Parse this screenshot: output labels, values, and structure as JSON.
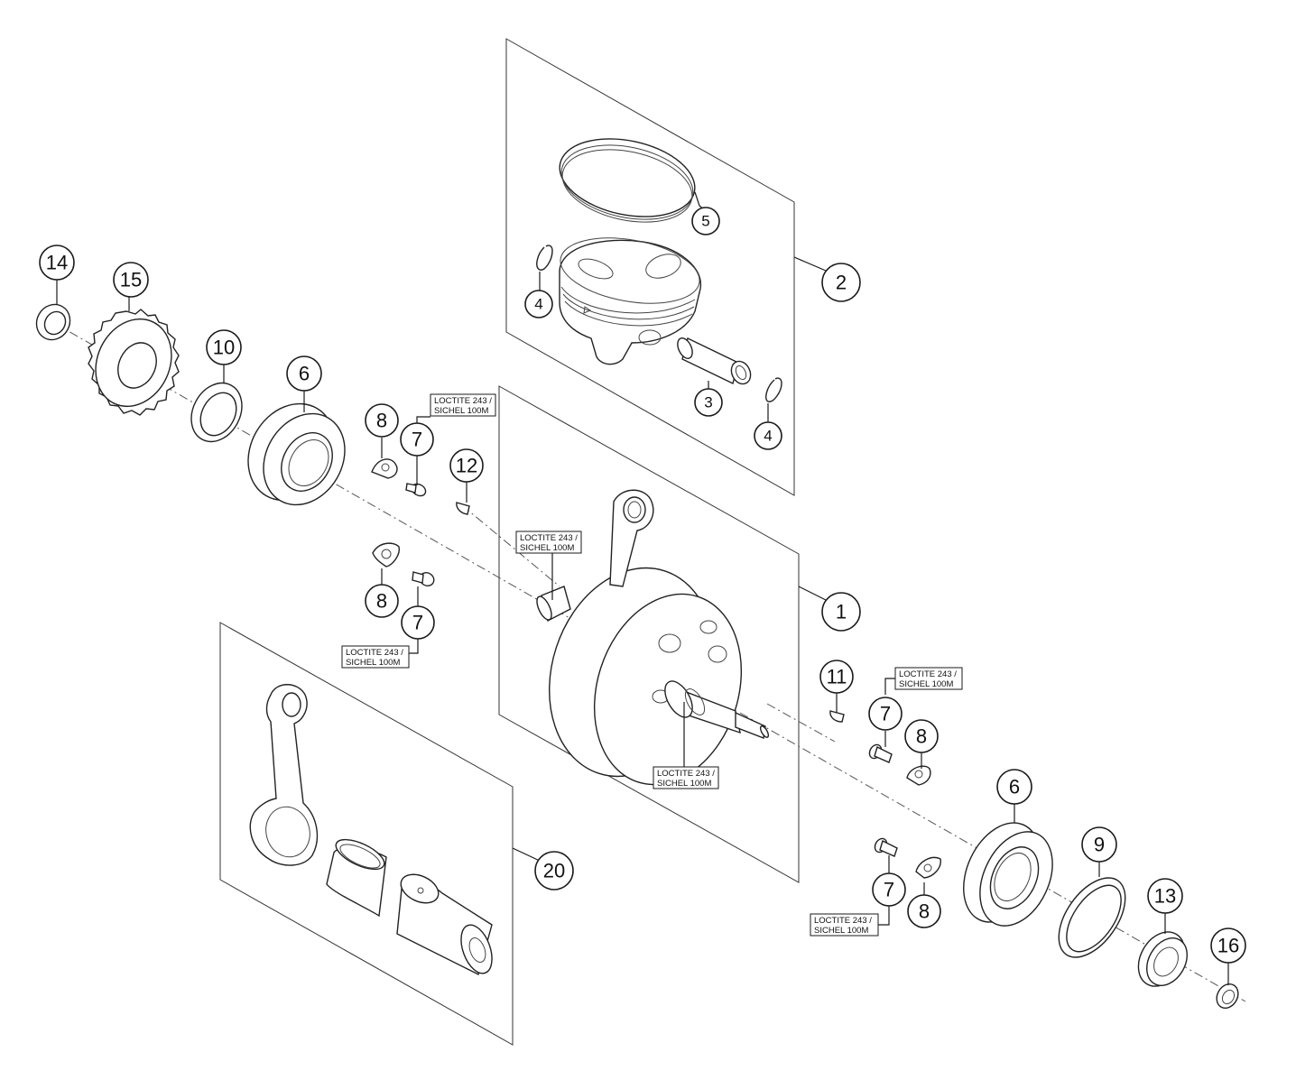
{
  "callouts": [
    {
      "id": "c1",
      "label": "1"
    },
    {
      "id": "c2",
      "label": "2"
    },
    {
      "id": "c3",
      "label": "3"
    },
    {
      "id": "c4a",
      "label": "4"
    },
    {
      "id": "c4b",
      "label": "4"
    },
    {
      "id": "c5",
      "label": "5"
    },
    {
      "id": "c6a",
      "label": "6"
    },
    {
      "id": "c6b",
      "label": "6"
    },
    {
      "id": "c7a",
      "label": "7"
    },
    {
      "id": "c7b",
      "label": "7"
    },
    {
      "id": "c7c",
      "label": "7"
    },
    {
      "id": "c7d",
      "label": "7"
    },
    {
      "id": "c8a",
      "label": "8"
    },
    {
      "id": "c8b",
      "label": "8"
    },
    {
      "id": "c8c",
      "label": "8"
    },
    {
      "id": "c8d",
      "label": "8"
    },
    {
      "id": "c9",
      "label": "9"
    },
    {
      "id": "c10",
      "label": "10"
    },
    {
      "id": "c11",
      "label": "11"
    },
    {
      "id": "c12",
      "label": "12"
    },
    {
      "id": "c13",
      "label": "13"
    },
    {
      "id": "c14",
      "label": "14"
    },
    {
      "id": "c15",
      "label": "15"
    },
    {
      "id": "c16",
      "label": "16"
    },
    {
      "id": "c20",
      "label": "20"
    }
  ],
  "notes": [
    {
      "line1": "LOCTITE 243 /",
      "line2": "SICHEL 100M"
    },
    {
      "line1": "LOCTITE 243 /",
      "line2": "SICHEL 100M"
    },
    {
      "line1": "LOCTITE 243 /",
      "line2": "SICHEL 100M"
    },
    {
      "line1": "LOCTITE 243 /",
      "line2": "SICHEL 100M"
    },
    {
      "line1": "LOCTITE 243 /",
      "line2": "SICHEL 100M"
    },
    {
      "line1": "LOCTITE 243 /",
      "line2": "SICHEL 100M"
    }
  ]
}
